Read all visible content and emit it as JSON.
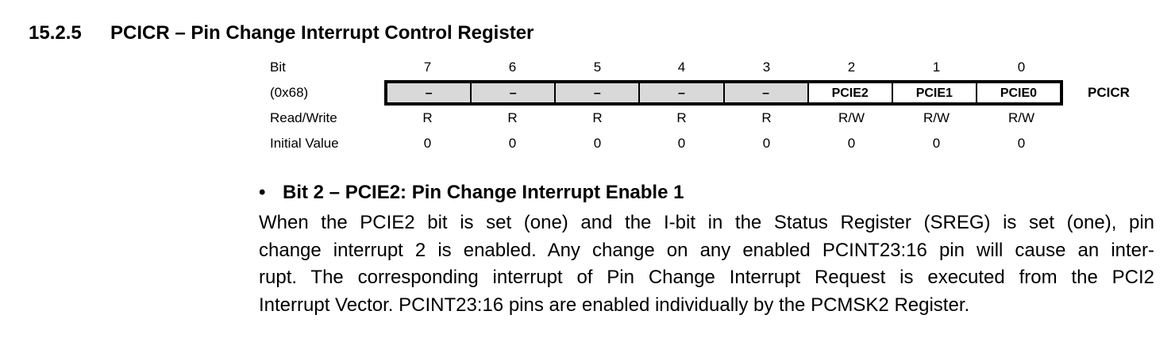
{
  "section": {
    "number": "15.2.5",
    "title": "PCICR – Pin Change Interrupt Control Register"
  },
  "register": {
    "name": "PCICR",
    "labels": {
      "bit": "Bit",
      "address": "(0x68)",
      "rw": "Read/Write",
      "initial": "Initial Value"
    },
    "bits": [
      "7",
      "6",
      "5",
      "4",
      "3",
      "2",
      "1",
      "0"
    ],
    "fields": [
      "–",
      "–",
      "–",
      "–",
      "–",
      "PCIE2",
      "PCIE1",
      "PCIE0"
    ],
    "access": [
      "R",
      "R",
      "R",
      "R",
      "R",
      "R/W",
      "R/W",
      "R/W"
    ],
    "initial_values": [
      "0",
      "0",
      "0",
      "0",
      "0",
      "0",
      "0",
      "0"
    ]
  },
  "description": {
    "bullet": "•",
    "title": "Bit 2 – PCIE2: Pin Change Interrupt Enable 1",
    "lines": [
      "When the PCIE2 bit is set (one) and the I-bit in the Status Register (SREG) is set (one), pin",
      "change interrupt 2 is enabled. Any change on any enabled PCINT23:16 pin will cause an inter-",
      "rupt. The corresponding interrupt of Pin Change Interrupt Request is executed from the PCI2",
      "Interrupt Vector. PCINT23:16 pins are enabled individually by the PCMSK2 Register."
    ]
  }
}
